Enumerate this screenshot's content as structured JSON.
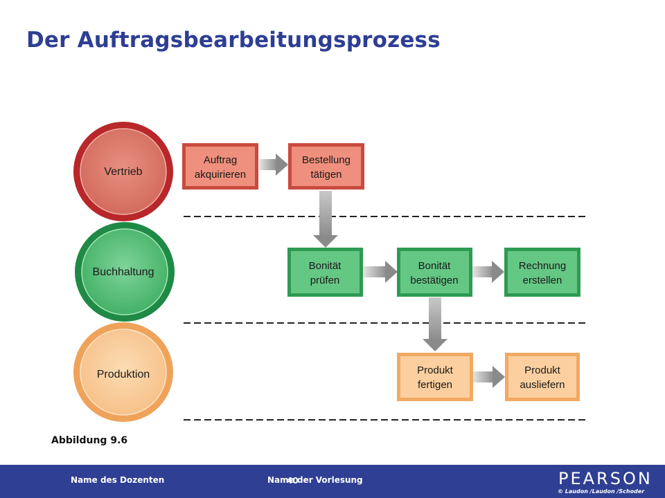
{
  "slide": {
    "title": "Der Auftragsbearbeitungsprozess",
    "caption": "Abbildung 9.6"
  },
  "footer": {
    "page_number": "40",
    "lecturer": "Name des Dozenten",
    "course": "Name der Vorlesung",
    "brand": "PEARSON",
    "copyright": "© Laudon /Laudon /Schoder"
  },
  "diagram": {
    "lanes": [
      {
        "label": "Vertrieb",
        "color": "#d0453a"
      },
      {
        "label": "Buchhaltung",
        "color": "#3aa85a"
      },
      {
        "label": "Produktion",
        "color": "#f4b070"
      }
    ],
    "steps": [
      {
        "line1": "Auftrag",
        "line2": "akquirieren",
        "lane": "Vertrieb"
      },
      {
        "line1": "Bestellung",
        "line2": "tätigen",
        "lane": "Vertrieb"
      },
      {
        "line1": "Bonität",
        "line2": "prüfen",
        "lane": "Buchhaltung"
      },
      {
        "line1": "Bonität",
        "line2": "bestätigen",
        "lane": "Buchhaltung"
      },
      {
        "line1": "Rechnung",
        "line2": "erstellen",
        "lane": "Buchhaltung"
      },
      {
        "line1": "Produkt",
        "line2": "fertigen",
        "lane": "Produktion"
      },
      {
        "line1": "Produkt",
        "line2": "ausliefern",
        "lane": "Produktion"
      }
    ]
  }
}
